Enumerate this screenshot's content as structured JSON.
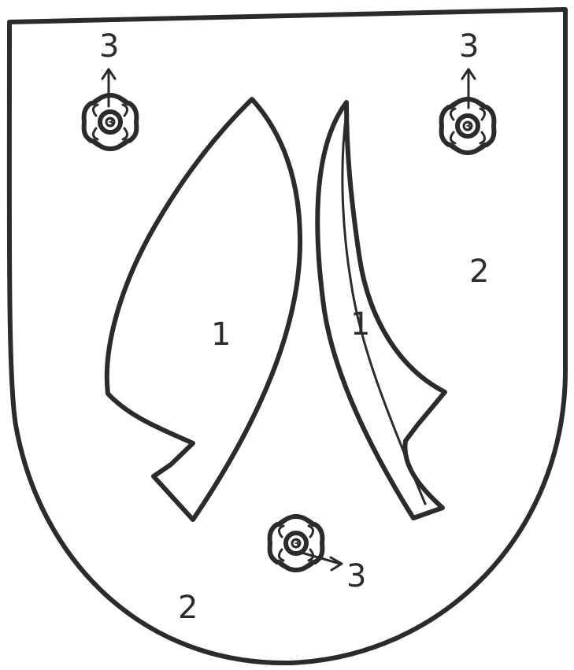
{
  "drawing": {
    "kind": "hand-drawn coat of arms sketch",
    "ink_color": "#2b2b2b",
    "paper_color": "#ffffff",
    "labels": {
      "blade_left": "1",
      "blade_right": "1",
      "field_right": "2",
      "field_bottom": "2",
      "rose_top_left": "3",
      "rose_top_right": "3",
      "rose_bottom": "3",
      "rose_top_left_center": "3",
      "rose_top_right_center": "3",
      "rose_bottom_center": "3"
    },
    "icons": [
      "shield-outline",
      "plough-blade-icon",
      "coulter-blade-icon",
      "rose-icon",
      "arrow-icon"
    ]
  }
}
